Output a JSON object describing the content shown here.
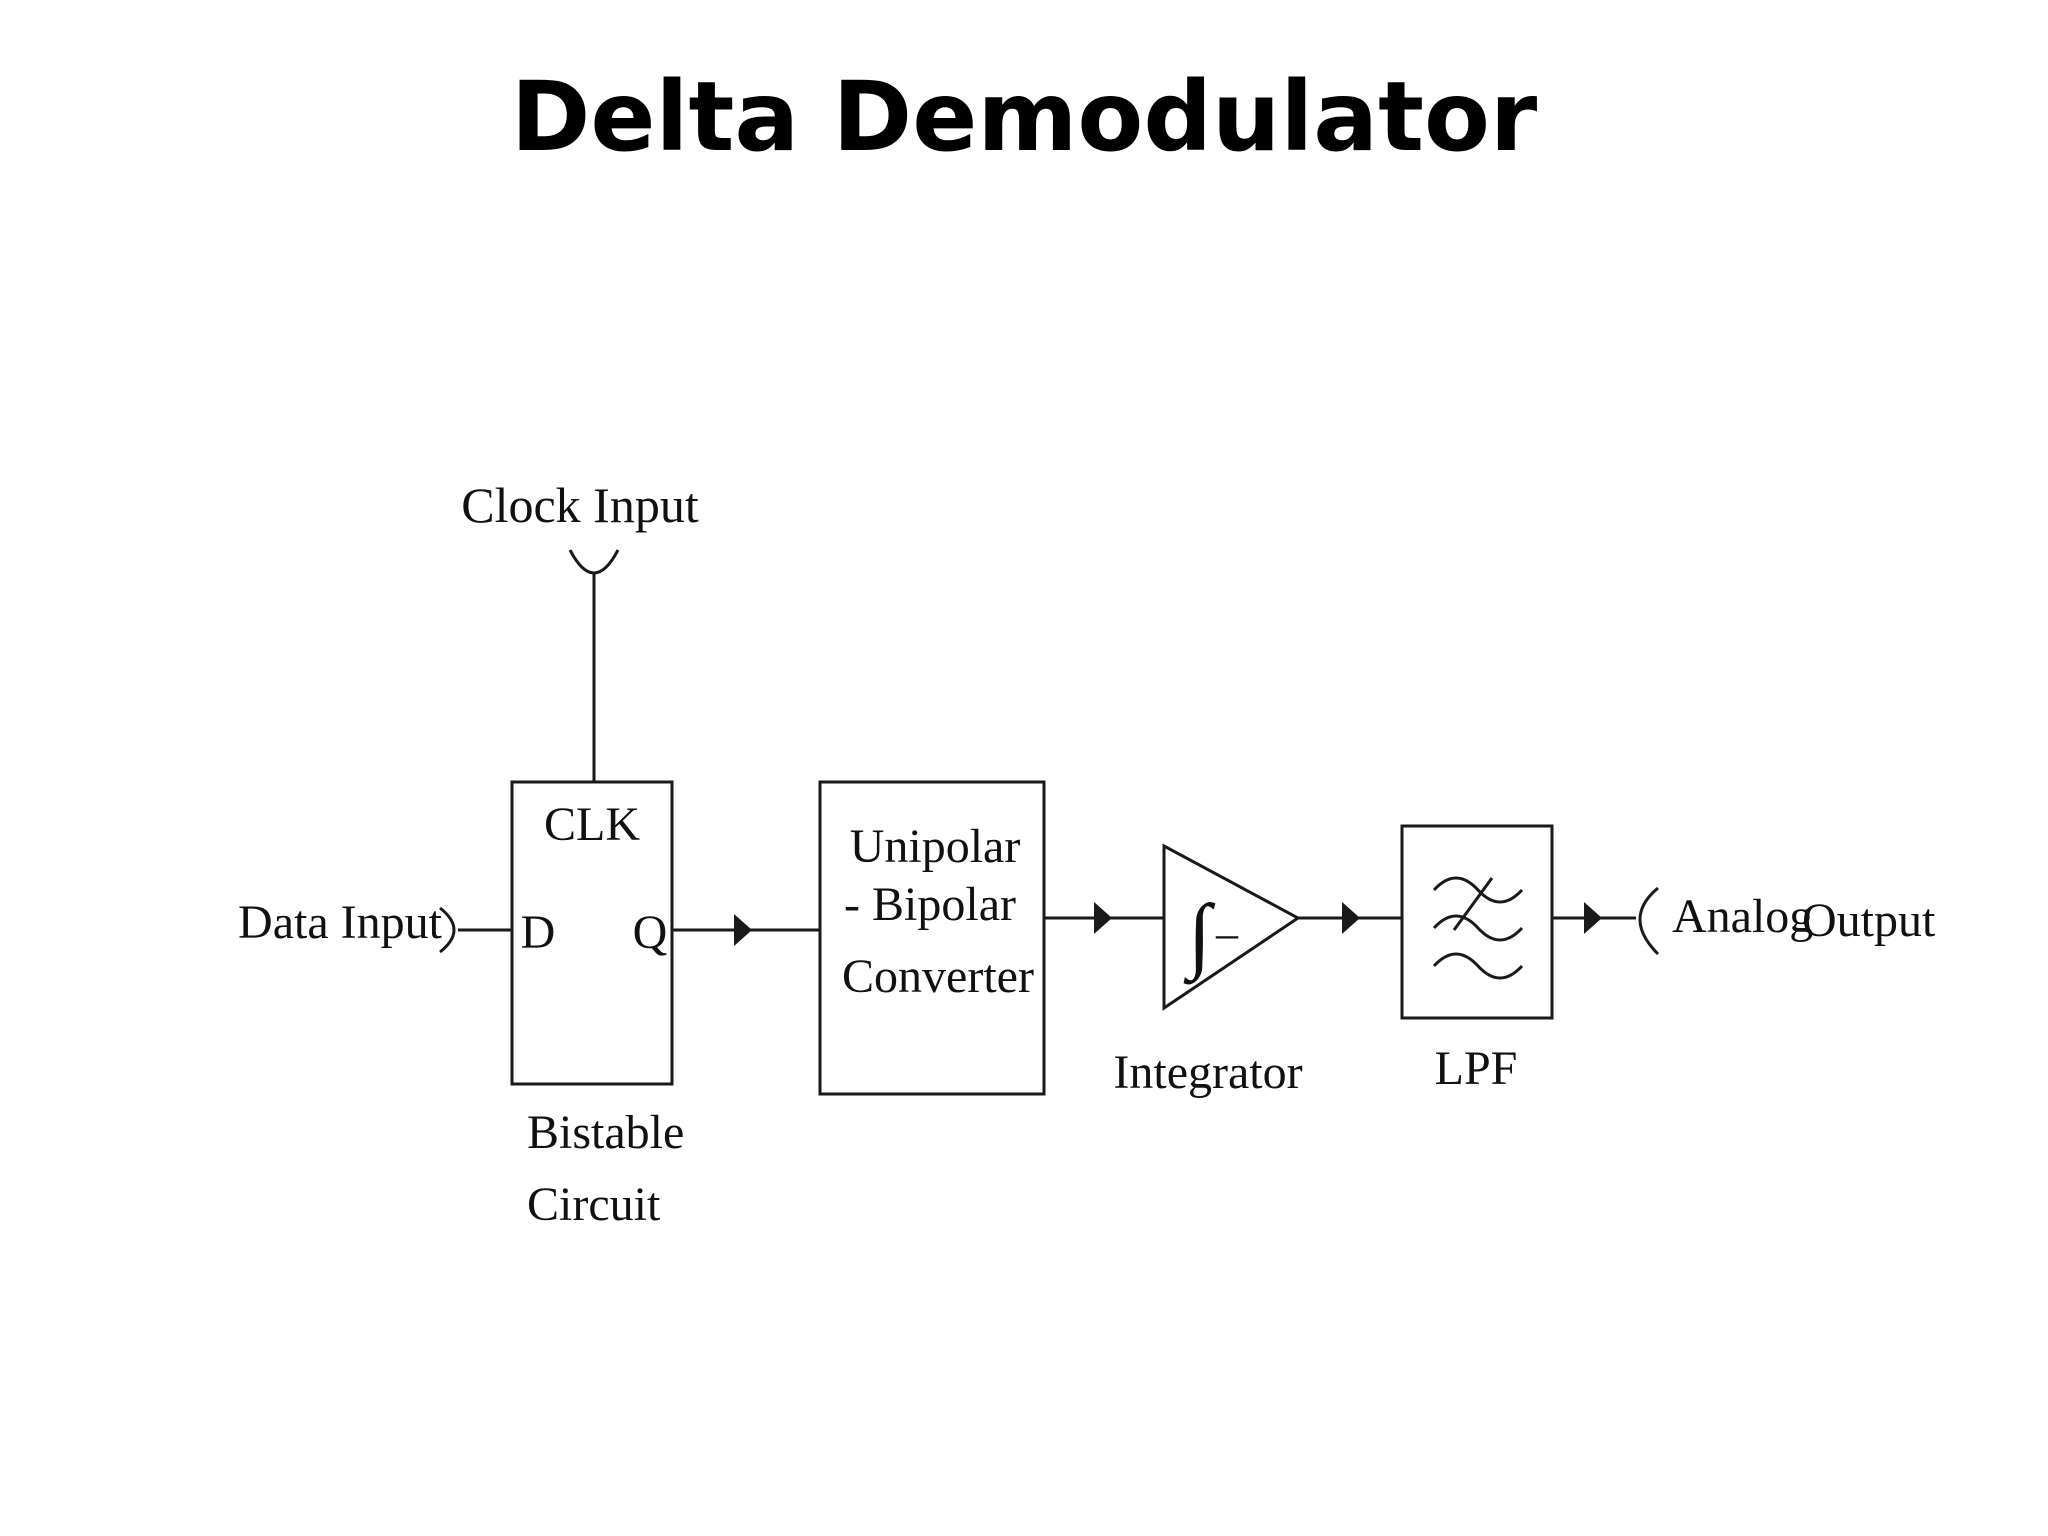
{
  "title": "Delta Demodulator",
  "diagram": {
    "clock_input": "Clock Input",
    "data_input": "Data Input",
    "flipflop": {
      "clk": "CLK",
      "d": "D",
      "q": "Q",
      "caption_line1": "Bistable",
      "caption_line2": "Circuit"
    },
    "converter": {
      "line1": "Unipolar",
      "line2": "- Bipolar",
      "line3": "Converter"
    },
    "integrator": {
      "symbol": "∫",
      "sign": "–",
      "caption": "Integrator"
    },
    "lpf": {
      "caption": "LPF"
    },
    "analog_output": {
      "word1": "Analog",
      "word2": "Output"
    }
  }
}
